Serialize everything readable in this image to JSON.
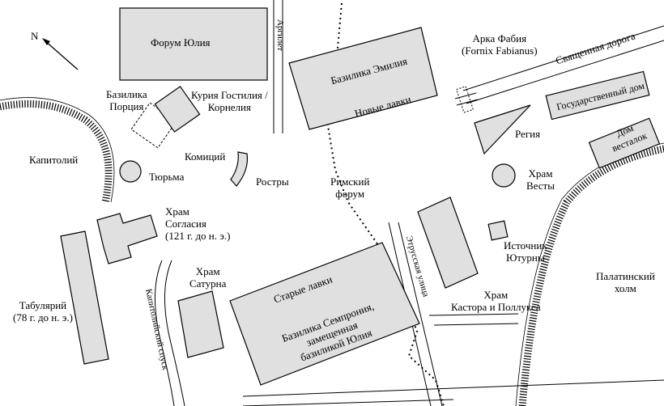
{
  "map": {
    "north_label": "N",
    "colors": {
      "building_fill": "#e0e0e0",
      "stroke": "#000000",
      "background": "#ffffff"
    },
    "labels": {
      "forum_julia": "Форум Юлия",
      "argilet": "Аргилет",
      "basilica_aemilia": "Базилика Эмилия",
      "new_shops": "Новые лавки",
      "arch_fabius_1": "Арка Фабия",
      "arch_fabius_2": "(Fornix Fabianus)",
      "sacred_way": "Священная дорога",
      "state_house": "Государственный дом",
      "regia": "Регия",
      "vestals_house_1": "Дом",
      "vestals_house_2": "весталок",
      "temple_vesta_1": "Храм",
      "temple_vesta_2": "Весты",
      "basilica_porcia_1": "Базилика",
      "basilica_porcia_2": "Порция",
      "curia_1": "Курия Гостилия /",
      "curia_2": "Корнелия",
      "capitol": "Капитолий",
      "prison": "Тюрьма",
      "comitium": "Комиций",
      "rostra": "Ростры",
      "roman_forum_1": "Римский",
      "roman_forum_2": "форум",
      "temple_concord_1": "Храм",
      "temple_concord_2": "Согласия",
      "temple_concord_3": "(121 г. до н. э.)",
      "tabularium_1": "Табулярий",
      "tabularium_2": "(78 г. до н. э.)",
      "capitoline_slope": "Капитолийский спуск",
      "temple_saturn_1": "Храм",
      "temple_saturn_2": "Сатурна",
      "old_shops": "Старые лавки",
      "basilica_sempronia_1": "Базилика Семпрония,",
      "basilica_sempronia_2": "замещенная",
      "basilica_sempronia_3": "базиликой Юлия",
      "etruscan_street": "Этрусская улица",
      "spring_juturna_1": "Источник",
      "spring_juturna_2": "Ютурны",
      "temple_castor_1": "Храм",
      "temple_castor_2": "Кастора и Поллукса",
      "palatine_1": "Палатинский",
      "palatine_2": "холм"
    }
  }
}
